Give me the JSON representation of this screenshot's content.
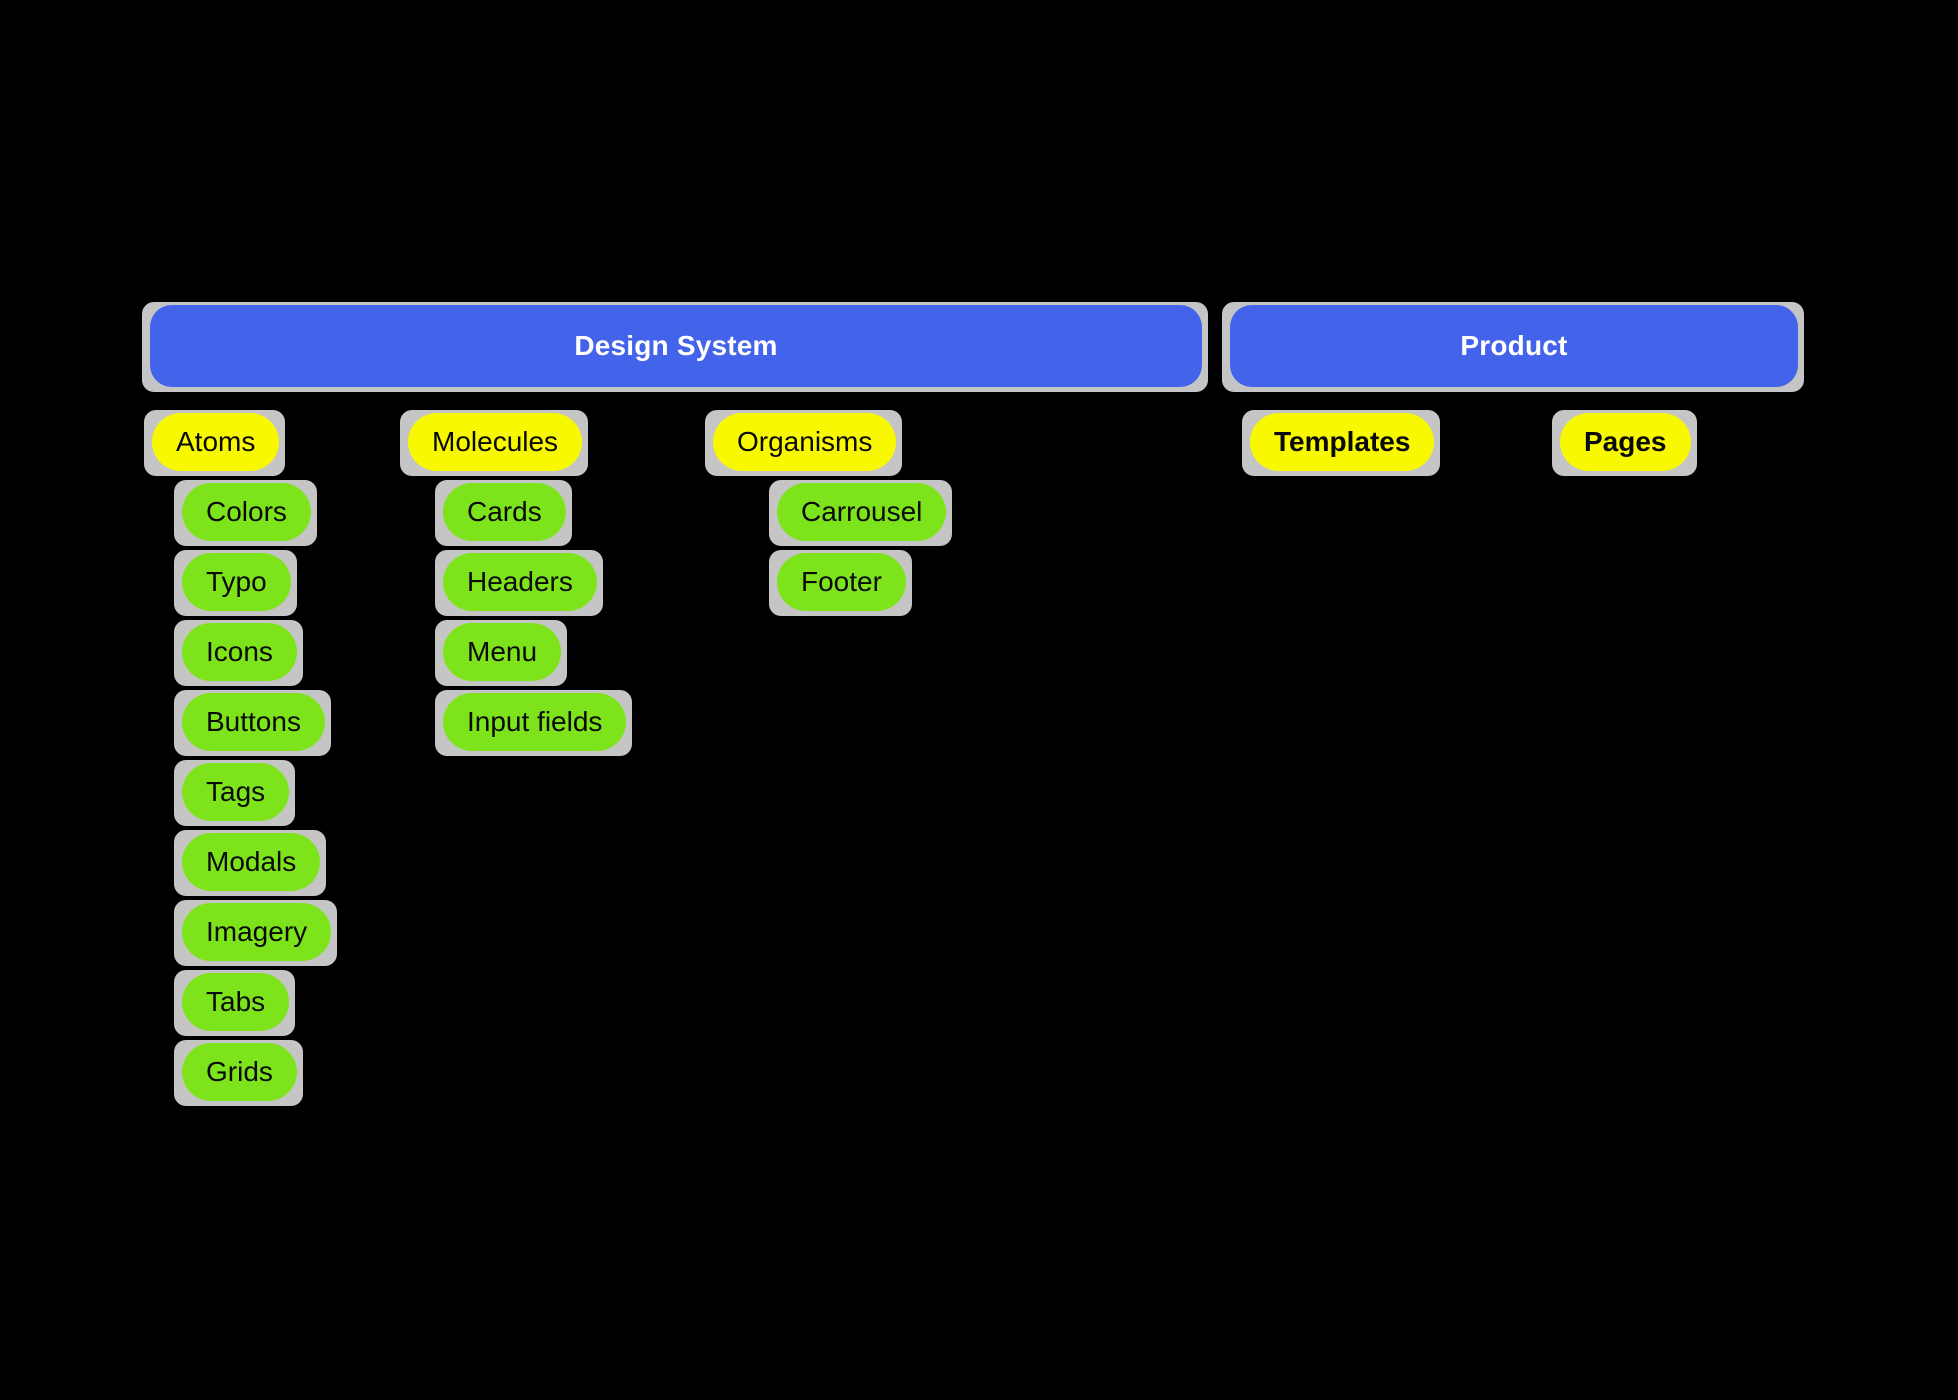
{
  "diagram": {
    "background": "#000000",
    "colors": {
      "header_fill": "#4463EB",
      "header_text": "#FFFFFF",
      "level1_fill": "#F8F900",
      "level2_fill": "#7DE41B",
      "node_text": "#0A0A0A",
      "halo": "#C5C5C5"
    },
    "groups": [
      {
        "title": "Design System",
        "columns": [
          {
            "label": "Atoms",
            "children": [
              "Colors",
              "Typo",
              "Icons",
              "Buttons",
              "Tags",
              "Modals",
              "Imagery",
              "Tabs",
              "Grids"
            ]
          },
          {
            "label": "Molecules",
            "children": [
              "Cards",
              "Headers",
              "Menu",
              "Input fields"
            ]
          },
          {
            "label": "Organisms",
            "children": [
              "Carrousel",
              "Footer"
            ]
          }
        ]
      },
      {
        "title": "Product",
        "columns": [
          {
            "label": "Templates",
            "children": []
          },
          {
            "label": "Pages",
            "children": []
          }
        ]
      }
    ]
  }
}
